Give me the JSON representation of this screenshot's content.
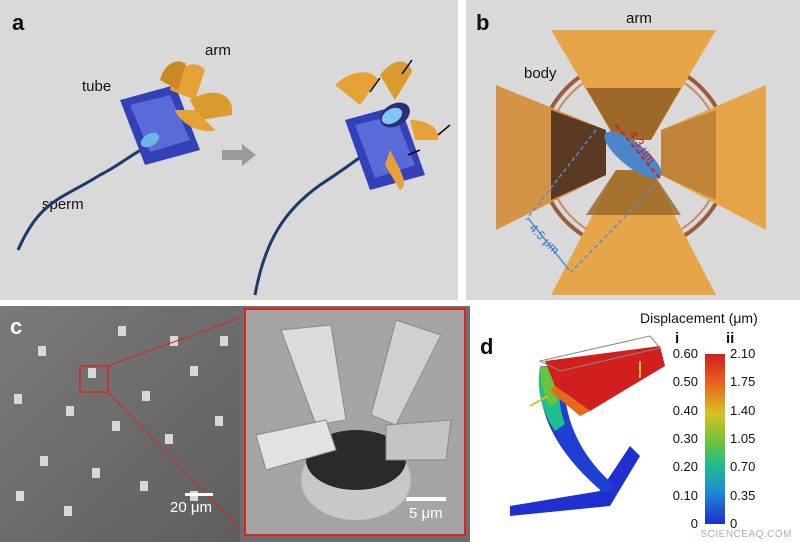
{
  "panels": {
    "a": {
      "label": "a",
      "texts": {
        "arm": "arm",
        "tube": "tube",
        "sperm": "sperm"
      }
    },
    "b": {
      "label": "b",
      "texts": {
        "arm": "arm",
        "body": "body",
        "dim_long": "4.5 μm",
        "dim_short": "4.3 μm"
      }
    },
    "c": {
      "label": "c",
      "scalebar_left": "20 μm",
      "scalebar_right": "5 μm"
    },
    "d": {
      "label": "d",
      "colorbar_title": "Displacement (μm)",
      "col_i_header": "i",
      "col_ii_header": "ii",
      "ticks_i": [
        "0.60",
        "0.50",
        "0.40",
        "0.30",
        "0.20",
        "0.10",
        "0"
      ],
      "ticks_ii": [
        "2.10",
        "1.75",
        "1.40",
        "1.05",
        "0.70",
        "0.35",
        "0"
      ],
      "colorbar_colors": [
        "#d11f1f",
        "#e8681c",
        "#d8c21f",
        "#6ac33a",
        "#1fbf8a",
        "#1f8fd0",
        "#1f2fd0"
      ]
    }
  },
  "watermark": "SCIENCEAQ.COM"
}
